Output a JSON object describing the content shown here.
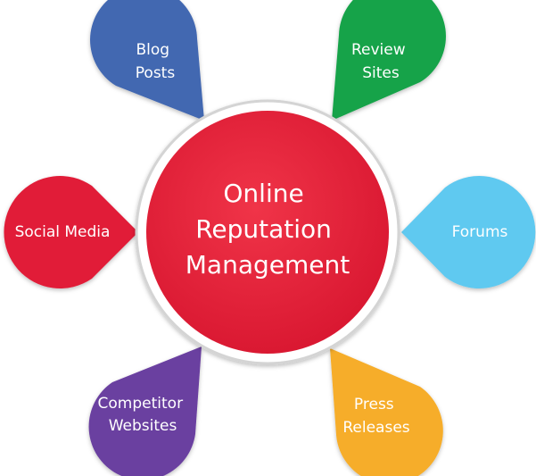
{
  "center": {
    "lines": [
      "Online",
      "Reputation",
      "Management"
    ],
    "color": "#e8203a"
  },
  "nodes": [
    {
      "id": "blog-posts",
      "lines": [
        "Blog",
        "Posts"
      ],
      "color": "#4367b1"
    },
    {
      "id": "review-sites",
      "lines": [
        "Review",
        "Sites"
      ],
      "color": "#16a34a"
    },
    {
      "id": "social-media",
      "lines": [
        "Social Media"
      ],
      "color": "#e11d38"
    },
    {
      "id": "forums",
      "lines": [
        "Forums"
      ],
      "color": "#5ec9f0"
    },
    {
      "id": "competitor-websites",
      "lines": [
        "Competitor",
        "Websites"
      ],
      "color": "#6b3fa0"
    },
    {
      "id": "press-releases",
      "lines": [
        "Press",
        "Releases"
      ],
      "color": "#f6ad2b"
    }
  ]
}
